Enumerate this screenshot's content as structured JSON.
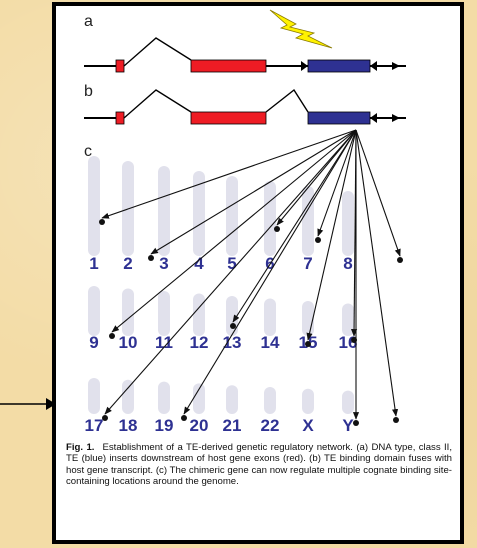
{
  "figure": {
    "panels": {
      "a": "a",
      "b": "b",
      "c": "c"
    },
    "chromosomes": {
      "row1": [
        "1",
        "2",
        "3",
        "4",
        "5",
        "6",
        "7",
        "8"
      ],
      "row2": [
        "9",
        "10",
        "11",
        "12",
        "13",
        "14",
        "15",
        "16"
      ],
      "row3": [
        "17",
        "18",
        "19",
        "20",
        "21",
        "22",
        "X",
        "Y"
      ]
    },
    "colors": {
      "exon": "#ee1c24",
      "te": "#2e3192",
      "lightning": "#fff200",
      "chromosome": "#d7d7e6",
      "label": "#2e3192"
    }
  },
  "caption": {
    "label": "Fig. 1.",
    "text": "Establishment of a TE-derived genetic regulatory network. (a) DNA type, class II, TE (blue) inserts downstream of host gene exons (red). (b) TE binding domain fuses with host gene transcript. (c) The chimeric gene can now regulate multiple cognate binding site-containing locations around the genome."
  }
}
